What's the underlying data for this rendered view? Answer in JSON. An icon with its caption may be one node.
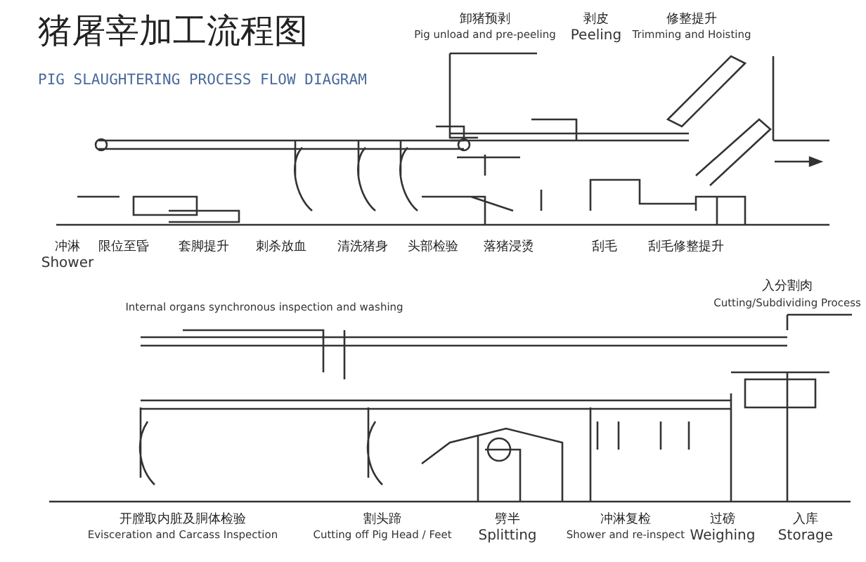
{
  "diagram": {
    "title": "猪屠宰加工流程图",
    "labels": [
      "PIG SLAUGHTERING PROCESS FLOW DIAGRAM",
      "卸猪预剥",
      "Pig unload and pre-peeling",
      "剥皮",
      "Peeling",
      "修整提升",
      "Trimming and Hoisting",
      "冲淋",
      "Shower",
      "限位至昏",
      "套脚提升",
      "刺杀放血",
      "清洗猪身",
      "头部检验",
      "落猪浸烫",
      "刮毛",
      "刮毛修整提升",
      "Internal organs synchronous inspection and washing",
      "入分割肉",
      "Cutting/Subdividing Process",
      "开膛取内脏及胴体检验",
      "Evisceration and Carcass Inspection",
      "割头蹄",
      "Cutting off Pig Head / Feet",
      "劈半",
      "Splitting",
      "冲淋复检",
      "Shower and re-inspect",
      "过磅",
      "Weighing",
      "入库",
      "Storage"
    ]
  }
}
